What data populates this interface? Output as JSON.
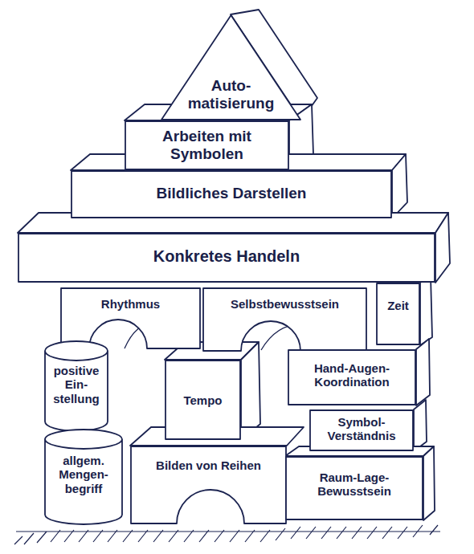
{
  "diagram": {
    "nodes": [
      {
        "text": [
          "Auto- matisierung"
        ]
      },
      {
        "text": [
          "Arbeiten mit Symbolen"
        ]
      },
      {
        "text": [
          "Bildliches Darstellen"
        ]
      },
      {
        "text": [
          "Konkretes Handeln"
        ]
      },
      {
        "text": [
          "Rhythmus"
        ]
      },
      {
        "text": [
          "Selbstbewusstsein"
        ]
      },
      {
        "text": [
          "Zeit"
        ]
      },
      {
        "text": [
          "positive Ein- stellung"
        ]
      },
      {
        "text": [
          "Tempo"
        ]
      },
      {
        "text": [
          "Hand-Augen- Koordination"
        ]
      },
      {
        "text": [
          "Symbol- Verständnis"
        ]
      },
      {
        "text": [
          "allgem. Mengen- begriff"
        ]
      },
      {
        "text": [
          "Bilden von Reihen"
        ]
      },
      {
        "text": [
          "Raum-Lage- Bewusstsein"
        ]
      }
    ]
  }
}
